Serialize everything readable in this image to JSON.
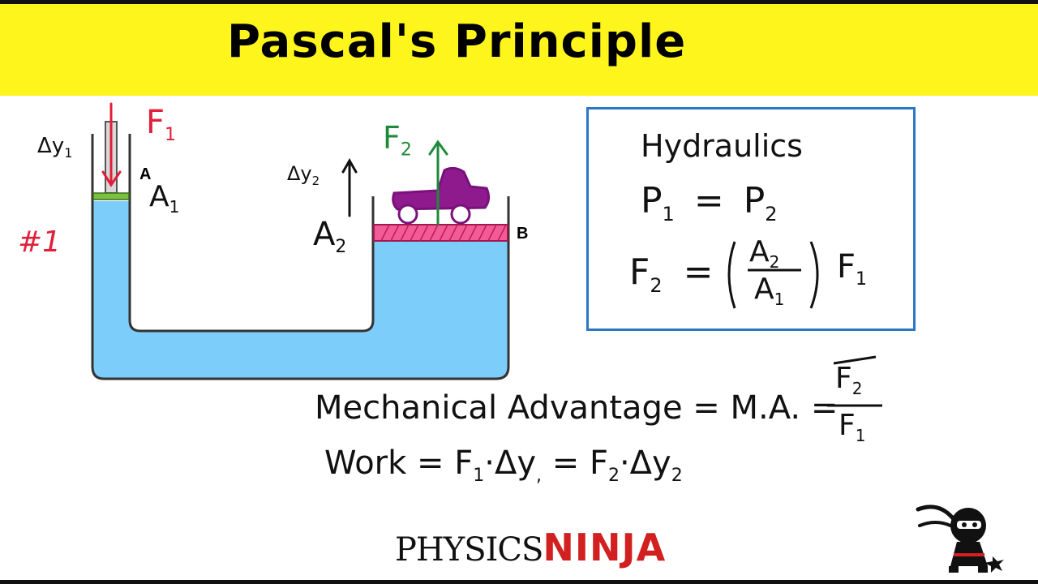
{
  "title": "Pascal's Principle",
  "diagram": {
    "label_A": "A",
    "label_B": "B",
    "f1": "F",
    "f1_sub": "1",
    "f2": "F",
    "f2_sub": "2",
    "a1": "A",
    "a1_sub": "1",
    "a2": "A",
    "a2_sub": "2",
    "dy1": "Δy",
    "dy1_sub": "1",
    "dy2": "Δy",
    "dy2_sub": "2",
    "problem_number": "#1"
  },
  "hydraulics_box": {
    "title": "Hydraulics",
    "eq1_lhs": "P",
    "eq1_lhs_sub": "1",
    "eq1_rhs": "P",
    "eq1_rhs_sub": "2",
    "eq2_lhs": "F",
    "eq2_lhs_sub": "2",
    "eq2_num": "A",
    "eq2_num_sub": "2",
    "eq2_den": "A",
    "eq2_den_sub": "1",
    "eq2_tail": "F",
    "eq2_tail_sub": "1"
  },
  "formulas": {
    "ma_text": "Mechanical Advantage = M.A. =",
    "ma_num": "F",
    "ma_num_sub": "2",
    "ma_den": "F",
    "ma_den_sub": "1",
    "work_text": "Work = F",
    "work_sub1": "1",
    "work_mid": "·Δy",
    "work_sub2": ",",
    "work_eq": "= F",
    "work_sub3": "2",
    "work_mid2": "·Δy",
    "work_sub4": "2"
  },
  "logo": {
    "physics": "PHYSICS",
    "ninja": "NINJA"
  },
  "colors": {
    "title_bg": "#fdf51b",
    "fluid": "#7dcdfb",
    "box_border": "#2b77c4",
    "red": "#e0203a",
    "green": "#1f8a3b",
    "car": "#8e1a8e",
    "platform": "#f25c95"
  }
}
